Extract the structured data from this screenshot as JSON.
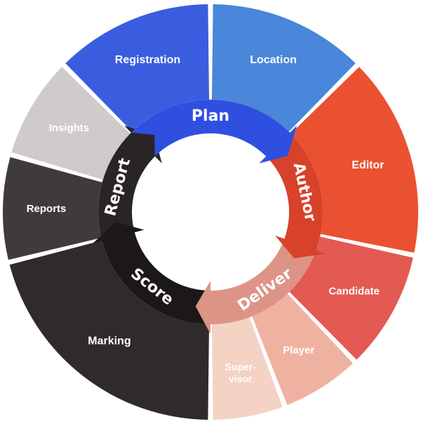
{
  "colors": {
    "plan_dark": "#2f4fe0",
    "plan_mid": "#3a5ddf",
    "plan_light": "#4a86d9",
    "author_dark": "#d8412a",
    "author_mid": "#ea5131",
    "author_light": "#e35a52",
    "deliver_dark": "#dd9486",
    "deliver_mid": "#f0b2a0",
    "deliver_light": "#f4d2c4",
    "score_dark": "#1c1818",
    "score_mid": "#302a2a",
    "report_dark": "#2a2525",
    "report_mid": "#3f3b3b",
    "report_light": "#cfcbca",
    "background": "#ffffff"
  },
  "segments": [
    {
      "id": "registration",
      "label": "Registration",
      "stage": "plan"
    },
    {
      "id": "location",
      "label": "Location",
      "stage": "plan"
    },
    {
      "id": "editor",
      "label": "Editor",
      "stage": "author"
    },
    {
      "id": "candidate",
      "label": "Candidate",
      "stage": "deliver"
    },
    {
      "id": "player",
      "label": "Player",
      "stage": "deliver"
    },
    {
      "id": "supervisor",
      "label": "Super-",
      "label2": "visor",
      "stage": "deliver"
    },
    {
      "id": "marking",
      "label": "Marking",
      "stage": "score"
    },
    {
      "id": "reports",
      "label": "Reports",
      "stage": "report"
    },
    {
      "id": "insights",
      "label": "Insights",
      "stage": "report"
    }
  ],
  "stages": [
    {
      "id": "plan",
      "label": "Plan"
    },
    {
      "id": "author",
      "label": "Author"
    },
    {
      "id": "deliver",
      "label": "Deliver"
    },
    {
      "id": "score",
      "label": "Score"
    },
    {
      "id": "report",
      "label": "Report"
    }
  ]
}
